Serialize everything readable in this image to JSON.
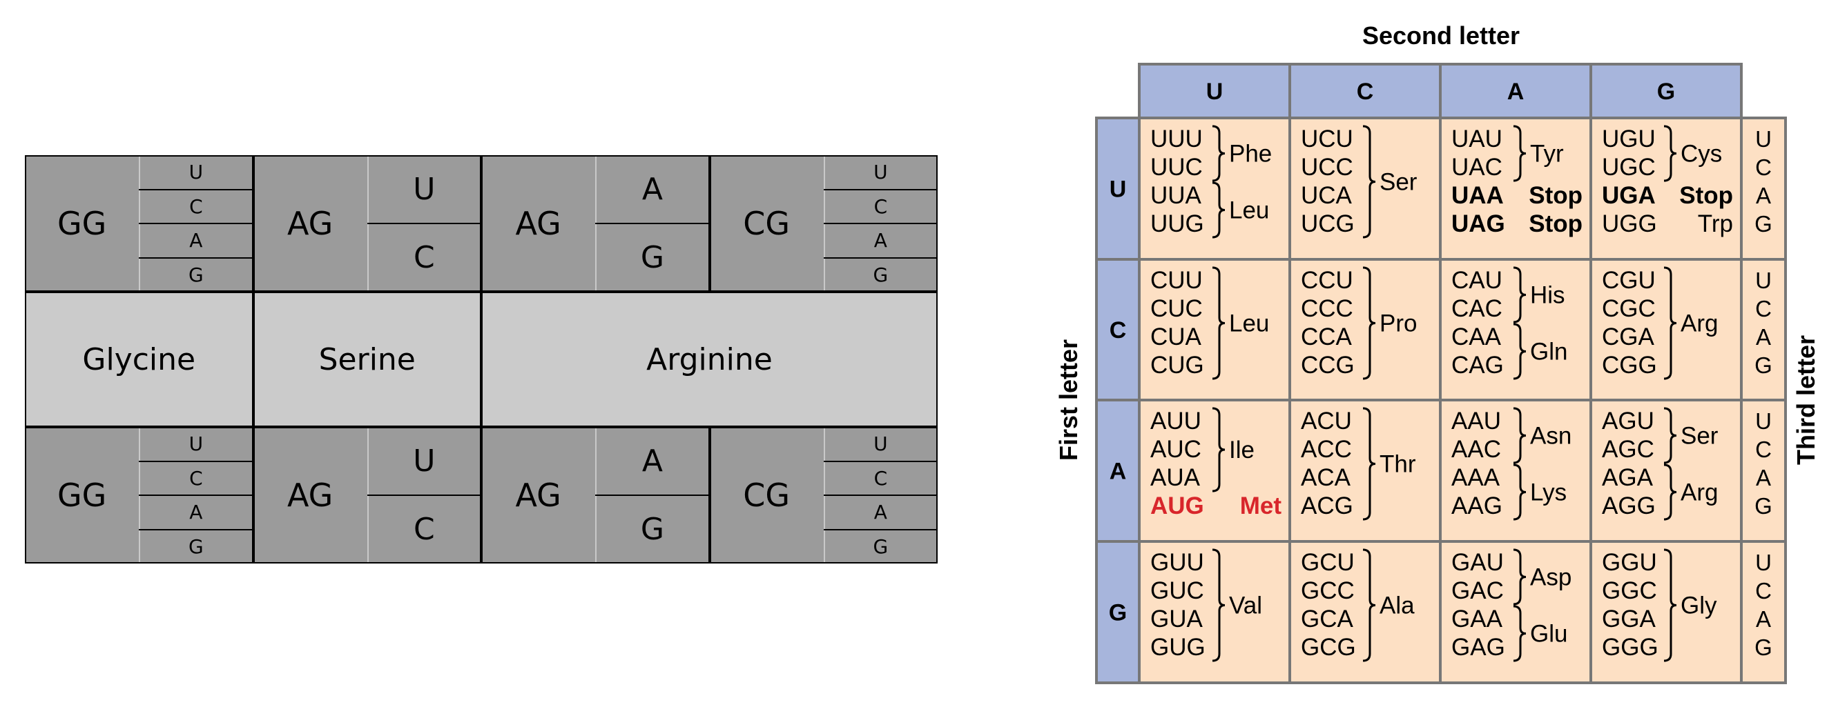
{
  "block_diagram": {
    "top_row": [
      {
        "prefix": "GG",
        "third": [
          "U",
          "C",
          "A",
          "G"
        ]
      },
      {
        "prefix": "AG",
        "third": [
          "U",
          "C"
        ]
      },
      {
        "prefix": "AG",
        "third": [
          "A",
          "G"
        ]
      },
      {
        "prefix": "CG",
        "third": [
          "U",
          "C",
          "A",
          "G"
        ]
      }
    ],
    "amino_row": [
      "Glycine",
      "Serine",
      "Arginine"
    ],
    "bottom_row": [
      {
        "prefix": "GG",
        "third": [
          "U",
          "C",
          "A",
          "G"
        ]
      },
      {
        "prefix": "AG",
        "third": [
          "U",
          "C"
        ]
      },
      {
        "prefix": "AG",
        "third": [
          "A",
          "G"
        ]
      },
      {
        "prefix": "CG",
        "third": [
          "U",
          "C",
          "A",
          "G"
        ]
      }
    ],
    "colors": {
      "dark": "#9b9b9b",
      "light": "#cbcbcb",
      "line": "#000000"
    }
  },
  "codon_table": {
    "second_letter_title": "Second letter",
    "first_letter_title": "First letter",
    "third_letter_title": "Third letter",
    "second_letters": [
      "U",
      "C",
      "A",
      "G"
    ],
    "first_letters": [
      "U",
      "C",
      "A",
      "G"
    ],
    "third_letters": [
      "U",
      "C",
      "A",
      "G"
    ],
    "colors": {
      "header": "#a7b5dc",
      "cell": "#fde0c4",
      "border": "#777777",
      "start": "#d8262b"
    },
    "rows": [
      {
        "first": "U",
        "cells": [
          {
            "codons": [
              "UUU",
              "UUC",
              "UUA",
              "UUG"
            ],
            "amino": [
              {
                "label": "Phe",
                "span": [
                  0,
                  1
                ]
              },
              {
                "label": "Leu",
                "span": [
                  2,
                  3
                ]
              }
            ]
          },
          {
            "codons": [
              "UCU",
              "UCC",
              "UCA",
              "UCG"
            ],
            "amino": [
              {
                "label": "Ser",
                "span": [
                  0,
                  3
                ]
              }
            ]
          },
          {
            "codons": [
              "UAU",
              "UAC",
              "UAA",
              "UAG"
            ],
            "amino": [
              {
                "label": "Tyr",
                "span": [
                  0,
                  1
                ]
              },
              {
                "label": "Stop",
                "span": [
                  2,
                  2
                ],
                "style": "bold"
              },
              {
                "label": "Stop",
                "span": [
                  3,
                  3
                ],
                "style": "bold"
              }
            ],
            "codon_styles": [
              "",
              "",
              "bold",
              "bold"
            ]
          },
          {
            "codons": [
              "UGU",
              "UGC",
              "UGA",
              "UGG"
            ],
            "amino": [
              {
                "label": "Cys",
                "span": [
                  0,
                  1
                ]
              },
              {
                "label": "Stop",
                "span": [
                  2,
                  2
                ],
                "style": "bold"
              },
              {
                "label": "Trp",
                "span": [
                  3,
                  3
                ]
              }
            ],
            "codon_styles": [
              "",
              "",
              "bold",
              ""
            ]
          }
        ]
      },
      {
        "first": "C",
        "cells": [
          {
            "codons": [
              "CUU",
              "CUC",
              "CUA",
              "CUG"
            ],
            "amino": [
              {
                "label": "Leu",
                "span": [
                  0,
                  3
                ]
              }
            ]
          },
          {
            "codons": [
              "CCU",
              "CCC",
              "CCA",
              "CCG"
            ],
            "amino": [
              {
                "label": "Pro",
                "span": [
                  0,
                  3
                ]
              }
            ]
          },
          {
            "codons": [
              "CAU",
              "CAC",
              "CAA",
              "CAG"
            ],
            "amino": [
              {
                "label": "His",
                "span": [
                  0,
                  1
                ]
              },
              {
                "label": "Gln",
                "span": [
                  2,
                  3
                ]
              }
            ]
          },
          {
            "codons": [
              "CGU",
              "CGC",
              "CGA",
              "CGG"
            ],
            "amino": [
              {
                "label": "Arg",
                "span": [
                  0,
                  3
                ]
              }
            ]
          }
        ]
      },
      {
        "first": "A",
        "cells": [
          {
            "codons": [
              "AUU",
              "AUC",
              "AUA",
              "AUG"
            ],
            "amino": [
              {
                "label": "Ile",
                "span": [
                  0,
                  2
                ]
              },
              {
                "label": "Met",
                "span": [
                  3,
                  3
                ],
                "style": "red"
              }
            ],
            "codon_styles": [
              "",
              "",
              "",
              "red"
            ]
          },
          {
            "codons": [
              "ACU",
              "ACC",
              "ACA",
              "ACG"
            ],
            "amino": [
              {
                "label": "Thr",
                "span": [
                  0,
                  3
                ]
              }
            ]
          },
          {
            "codons": [
              "AAU",
              "AAC",
              "AAA",
              "AAG"
            ],
            "amino": [
              {
                "label": "Asn",
                "span": [
                  0,
                  1
                ]
              },
              {
                "label": "Lys",
                "span": [
                  2,
                  3
                ]
              }
            ]
          },
          {
            "codons": [
              "AGU",
              "AGC",
              "AGA",
              "AGG"
            ],
            "amino": [
              {
                "label": "Ser",
                "span": [
                  0,
                  1
                ]
              },
              {
                "label": "Arg",
                "span": [
                  2,
                  3
                ]
              }
            ]
          }
        ]
      },
      {
        "first": "G",
        "cells": [
          {
            "codons": [
              "GUU",
              "GUC",
              "GUA",
              "GUG"
            ],
            "amino": [
              {
                "label": "Val",
                "span": [
                  0,
                  3
                ]
              }
            ]
          },
          {
            "codons": [
              "GCU",
              "GCC",
              "GCA",
              "GCG"
            ],
            "amino": [
              {
                "label": "Ala",
                "span": [
                  0,
                  3
                ]
              }
            ]
          },
          {
            "codons": [
              "GAU",
              "GAC",
              "GAA",
              "GAG"
            ],
            "amino": [
              {
                "label": "Asp",
                "span": [
                  0,
                  1
                ]
              },
              {
                "label": "Glu",
                "span": [
                  2,
                  3
                ]
              }
            ]
          },
          {
            "codons": [
              "GGU",
              "GGC",
              "GGA",
              "GGG"
            ],
            "amino": [
              {
                "label": "Gly",
                "span": [
                  0,
                  3
                ]
              }
            ]
          }
        ]
      }
    ]
  }
}
